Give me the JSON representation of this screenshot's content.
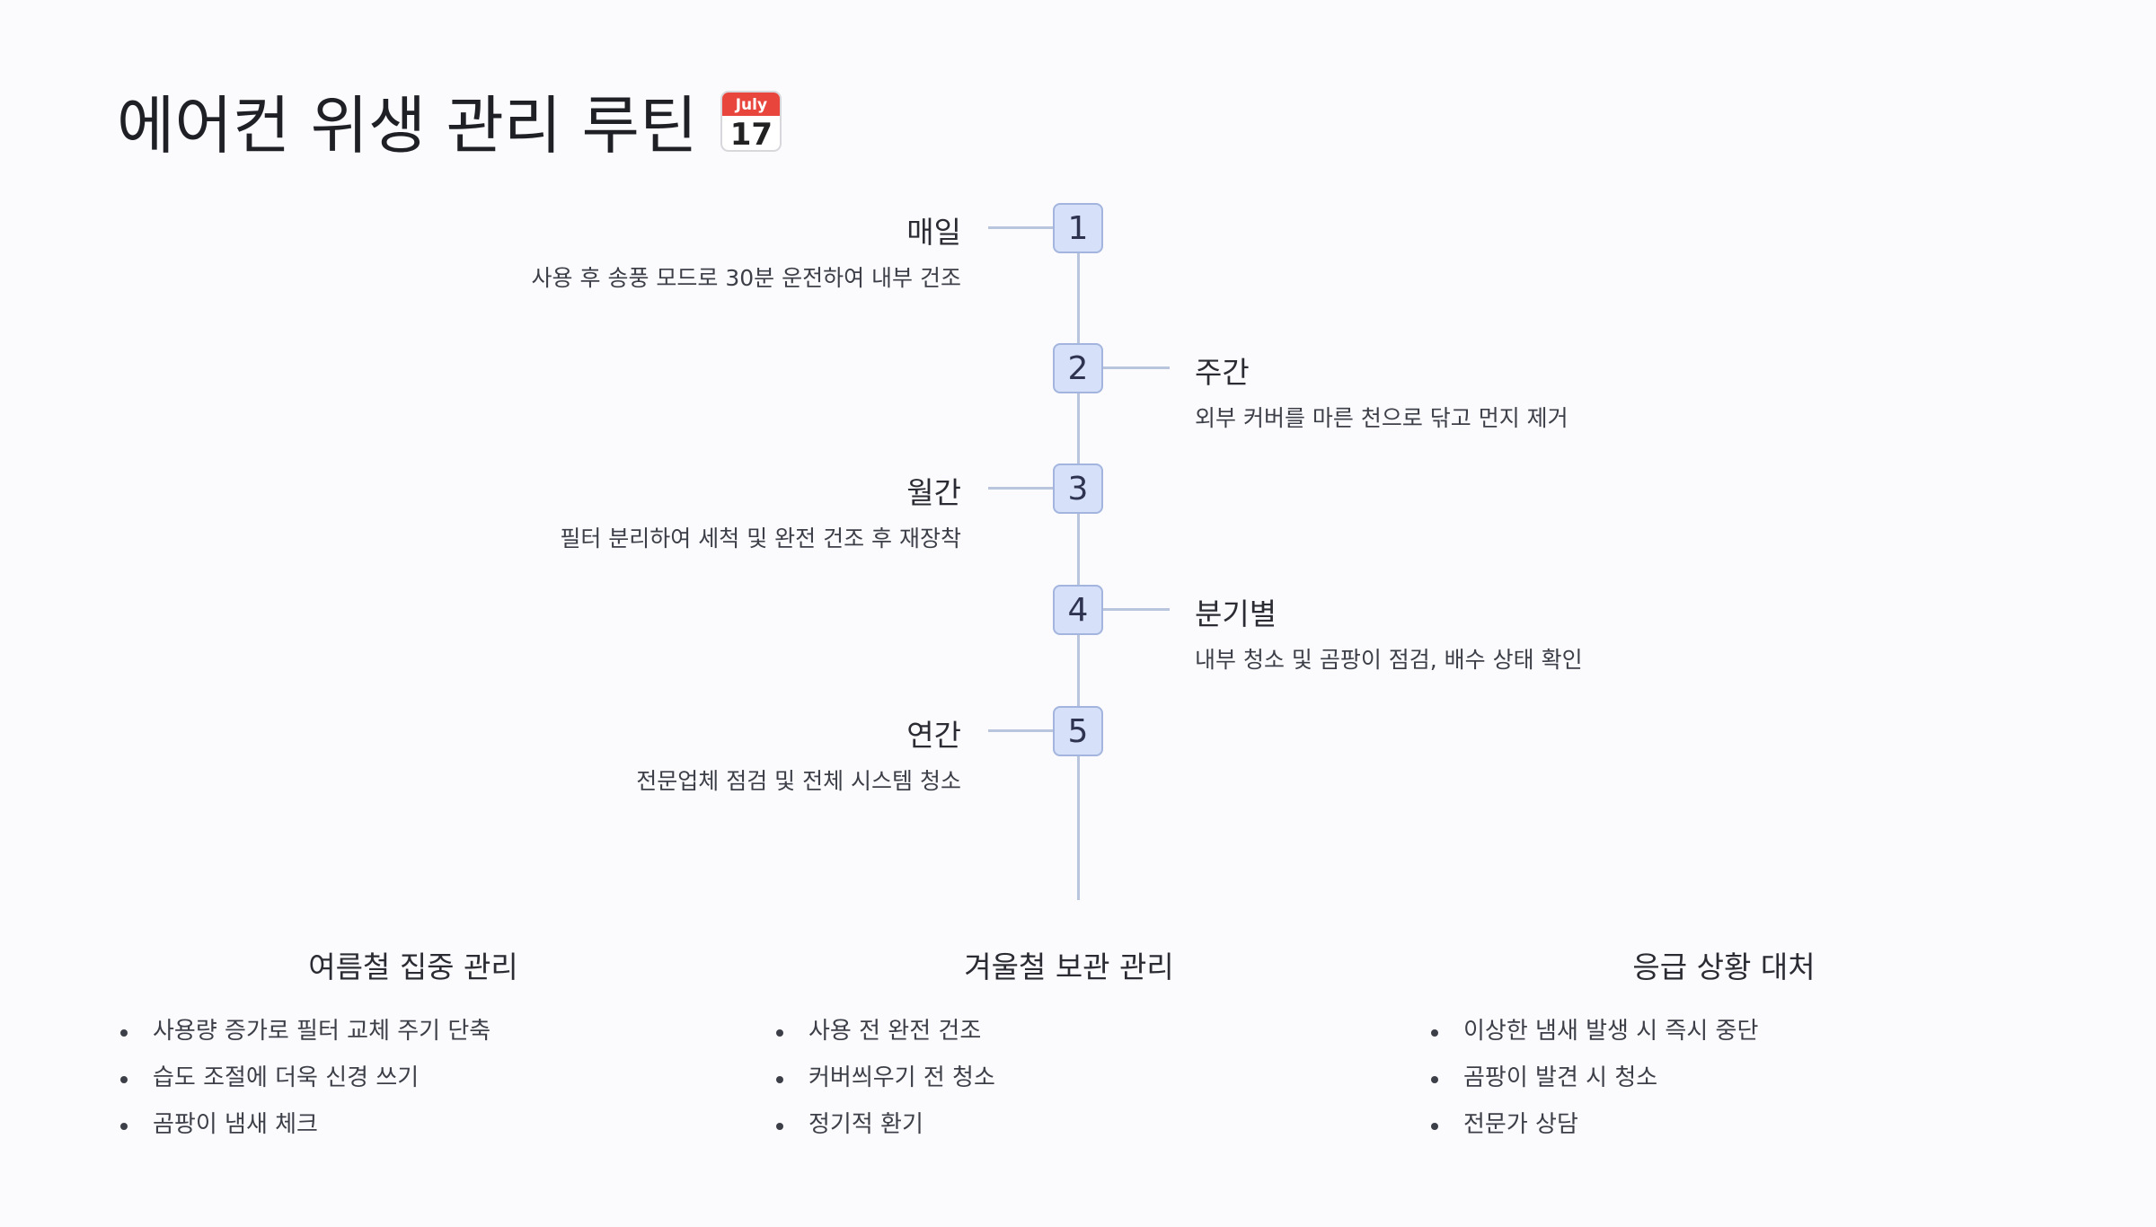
{
  "title": "에어컨 위생 관리 루틴",
  "title_icon": {
    "name": "calendar-icon",
    "month": "July",
    "day": "17"
  },
  "steps": [
    {
      "number": "1",
      "title": "매일",
      "desc": "사용 후 송풍 모드로 30분 운전하여 내부 건조"
    },
    {
      "number": "2",
      "title": "주간",
      "desc": "외부 커버를 마른 천으로 닦고 먼지 제거"
    },
    {
      "number": "3",
      "title": "월간",
      "desc": "필터 분리하여 세척 및 완전 건조 후 재장착"
    },
    {
      "number": "4",
      "title": "분기별",
      "desc": "내부 청소 및 곰팡이 점검, 배수 상태 확인"
    },
    {
      "number": "5",
      "title": "연간",
      "desc": "전문업체 점검 및 전체 시스템 청소"
    }
  ],
  "sections": [
    {
      "title": "여름철 집중 관리",
      "items": [
        "사용량 증가로 필터 교체 주기 단축",
        "습도 조절에 더욱 신경 쓰기",
        "곰팡이 냄새 체크"
      ]
    },
    {
      "title": "겨울철 보관 관리",
      "items": [
        "사용 전 완전 건조",
        "커버씌우기 전 청소",
        "정기적 환기"
      ]
    },
    {
      "title": "응급 상황 대처",
      "items": [
        "이상한 냄새 발생 시 즉시 중단",
        "곰팡이 발견 시 청소",
        "전문가 상담"
      ]
    }
  ],
  "colors": {
    "node_fill": "#d6e0f8",
    "node_border": "#a3b5de",
    "line": "#b9c4dd",
    "background": "#fbfbfe"
  }
}
